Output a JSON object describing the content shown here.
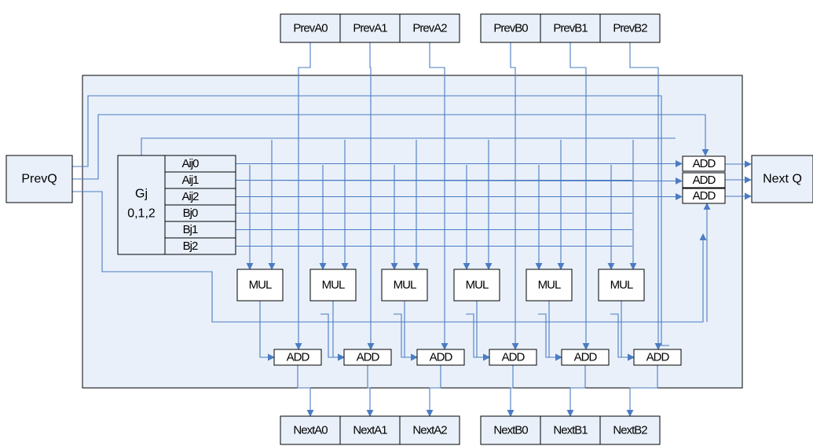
{
  "prev_a_ports": [
    "PrevA0",
    "PrevA1",
    "PrevA2"
  ],
  "prev_b_ports": [
    "PrevB0",
    "PrevB1",
    "PrevB2"
  ],
  "next_a_ports": [
    "NextA0",
    "NextA1",
    "NextA2"
  ],
  "next_b_ports": [
    "NextB0",
    "NextB1",
    "NextB2"
  ],
  "prev_q": "PrevQ",
  "next_q": "Next Q",
  "gj_block": {
    "title": "Gj",
    "subtitle": "0,1,2"
  },
  "gj_outputs": [
    "Aij0",
    "Aij1",
    "Aij2",
    "Bj0",
    "Bj1",
    "Bj2"
  ],
  "mul_label": "MUL",
  "add_label": "ADD",
  "colors": {
    "wire": "#4a7cc2",
    "block_fill": "#e9f0fa",
    "border": "#000000"
  }
}
